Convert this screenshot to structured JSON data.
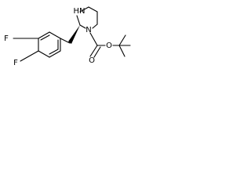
{
  "molecule": {
    "atoms": {
      "nh": "HN",
      "n1": "N",
      "o_carbonyl": "O",
      "o_ester": "O",
      "f_top": "F",
      "f_bottom": "F"
    }
  }
}
